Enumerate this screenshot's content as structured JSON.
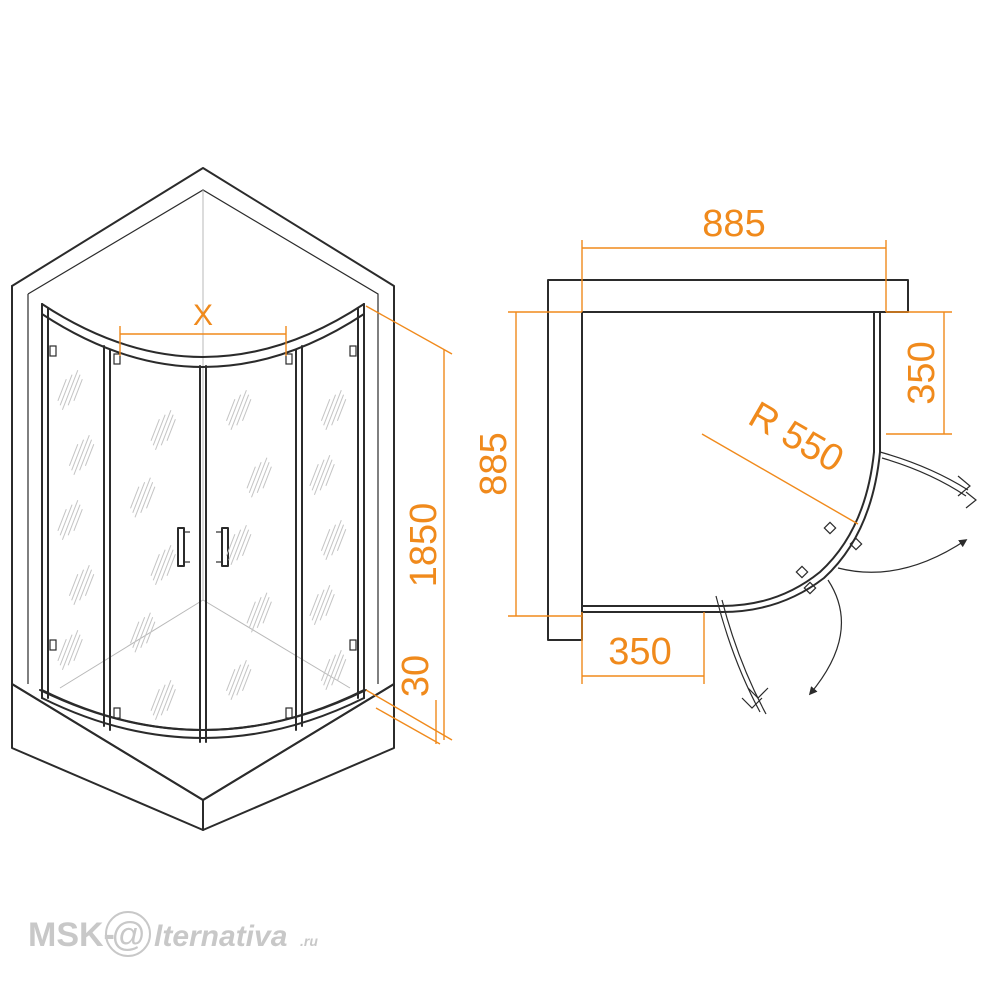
{
  "colors": {
    "line": "#2b2b2b",
    "dimension": "#f08a1c",
    "glass_hatch": "#c4c4c4",
    "watermark": "#c8c8c8"
  },
  "perspective_view": {
    "width_label": "X",
    "height_label": "1850",
    "base_height_label": "30"
  },
  "plan_view": {
    "width_label": "885",
    "depth_label": "885",
    "fixed_panel_side_label": "350",
    "fixed_panel_bottom_label": "350",
    "radius_label": "R 550"
  },
  "watermark": {
    "prefix": "MSK-",
    "at_sign": "@",
    "suffix": "lternativa",
    "tld": ".ru"
  }
}
